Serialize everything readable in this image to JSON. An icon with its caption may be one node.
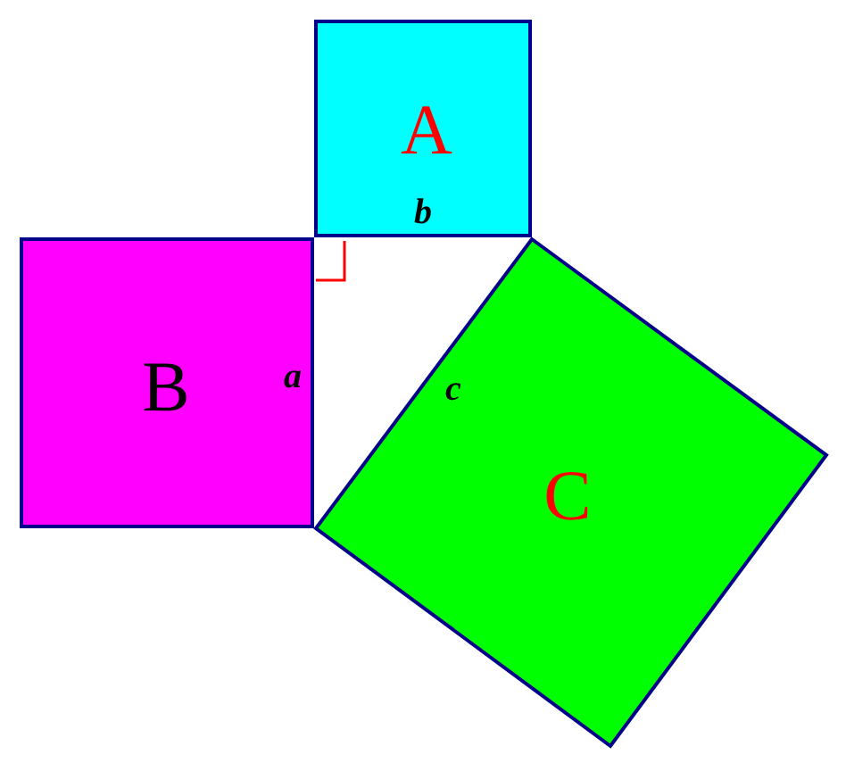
{
  "diagram": {
    "nodes": [
      {
        "text": [
          "A"
        ]
      },
      {
        "text": [
          "B"
        ]
      },
      {
        "text": [
          "C"
        ]
      }
    ],
    "edges": [],
    "labels": [
      "b",
      "a",
      "c"
    ]
  }
}
